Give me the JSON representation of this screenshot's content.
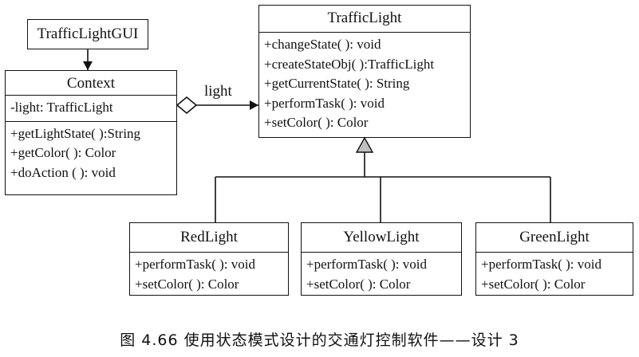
{
  "classes": {
    "gui": {
      "name": "TrafficLightGUI"
    },
    "context": {
      "name": "Context",
      "attributes": [
        "-light: TrafficLight"
      ],
      "methods": [
        "+getLightState( ):String",
        "+getColor( ): Color",
        "+doAction ( ): void"
      ]
    },
    "traffic_light": {
      "name": "TrafficLight",
      "methods": [
        "+changeState( ): void",
        "+createStateObj( ):TrafficLight",
        "+getCurrentState( ): String",
        "+performTask( ): void",
        "+setColor( ): Color"
      ]
    },
    "red": {
      "name": "RedLight",
      "methods": [
        "+performTask( ): void",
        "+setColor( ): Color"
      ]
    },
    "yellow": {
      "name": "YellowLight",
      "methods": [
        "+performTask( ): void",
        "+setColor( ): Color"
      ]
    },
    "green": {
      "name": "GreenLight",
      "methods": [
        "+performTask( ): void",
        "+setColor( ): Color"
      ]
    }
  },
  "relations": {
    "aggregation_label": "light"
  },
  "caption": "图 4.66   使用状态模式设计的交通灯控制软件——设计 3"
}
